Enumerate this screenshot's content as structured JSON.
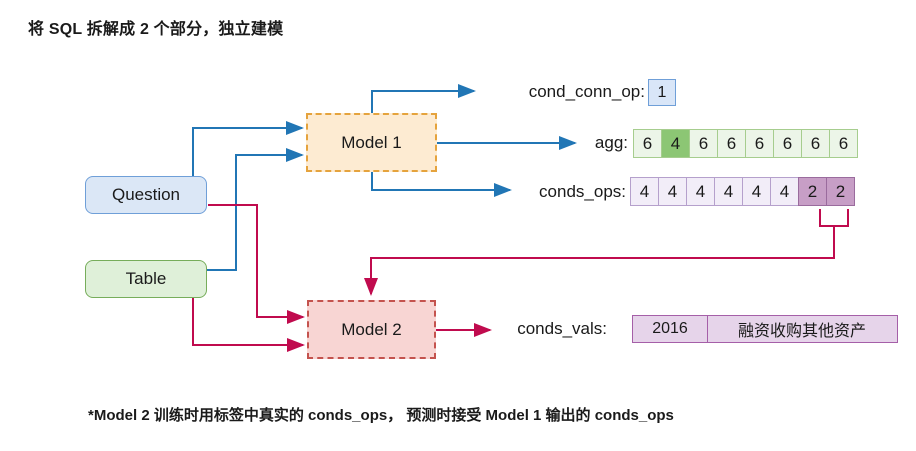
{
  "title": "将 SQL 拆解成 2 个部分，独立建模",
  "footnote": "*Model 2 训练时用标签中真实的 conds_ops， 预测时接受 Model 1 输出的 conds_ops",
  "nodes": {
    "question": {
      "label": "Question"
    },
    "table": {
      "label": "Table"
    },
    "model1": {
      "label": "Model 1"
    },
    "model2": {
      "label": "Model 2"
    }
  },
  "outputs": {
    "cond_conn_op": {
      "label": "cond_conn_op:",
      "value": "1"
    },
    "agg": {
      "label": "agg:",
      "values": [
        "6",
        "4",
        "6",
        "6",
        "6",
        "6",
        "6",
        "6"
      ],
      "highlight_index": 1
    },
    "conds_ops": {
      "label": "conds_ops:",
      "values": [
        "4",
        "4",
        "4",
        "4",
        "4",
        "4",
        "2",
        "2"
      ],
      "highlight_indices": [
        6,
        7
      ]
    },
    "conds_vals": {
      "label": "conds_vals:",
      "values": [
        "2016",
        "融资收购其他资产"
      ]
    }
  },
  "colors": {
    "arrow_blue": "#2176b5",
    "arrow_crimson": "#c00b4e",
    "question_fill": "#dbe7f6",
    "question_border": "#6f9fd8",
    "table_fill": "#dff0d9",
    "table_border": "#77ad5b",
    "model1_fill": "#fdebd2",
    "model1_border": "#e5a33d",
    "model2_fill": "#f8d5d3",
    "model2_border": "#c4534e",
    "agg_cell_fill": "#ecf5e8",
    "agg_cell_border": "#a6cd8e",
    "agg_cell_highlight": "#8cc674",
    "ops_cell_fill": "#f2edf8",
    "ops_cell_border": "#b5a0cc",
    "ops_cell_highlight": "#c79ec6",
    "vals_cell_fill": "#e6d4ea",
    "vals_cell_border": "#a55fa8"
  }
}
